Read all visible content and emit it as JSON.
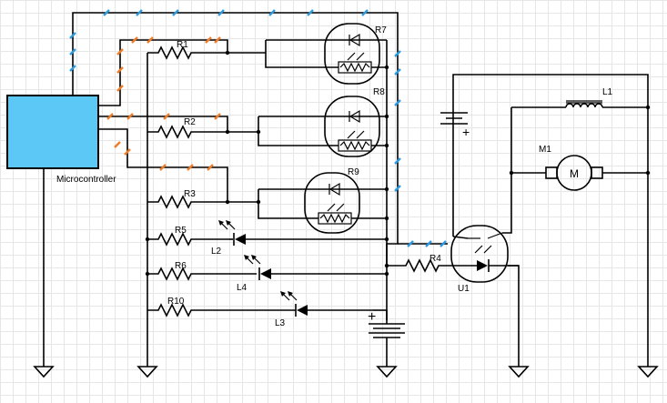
{
  "components": {
    "microcontroller": "Microcontroller",
    "r1": "R1",
    "r2": "R2",
    "r3": "R3",
    "r4": "R4",
    "r5": "R5",
    "r6": "R6",
    "r7": "R7",
    "r8": "R8",
    "r9": "R9",
    "r10": "R10",
    "l1": "L1",
    "l2": "L2",
    "l3": "L3",
    "l4": "L4",
    "m1": "M1",
    "u1": "U1",
    "motor_symbol": "M",
    "battery_plus": "+"
  },
  "colors": {
    "microcontroller_fill": "#5bc8f5",
    "bus_blue": "#2d9be0",
    "bus_orange": "#f07d2a"
  }
}
